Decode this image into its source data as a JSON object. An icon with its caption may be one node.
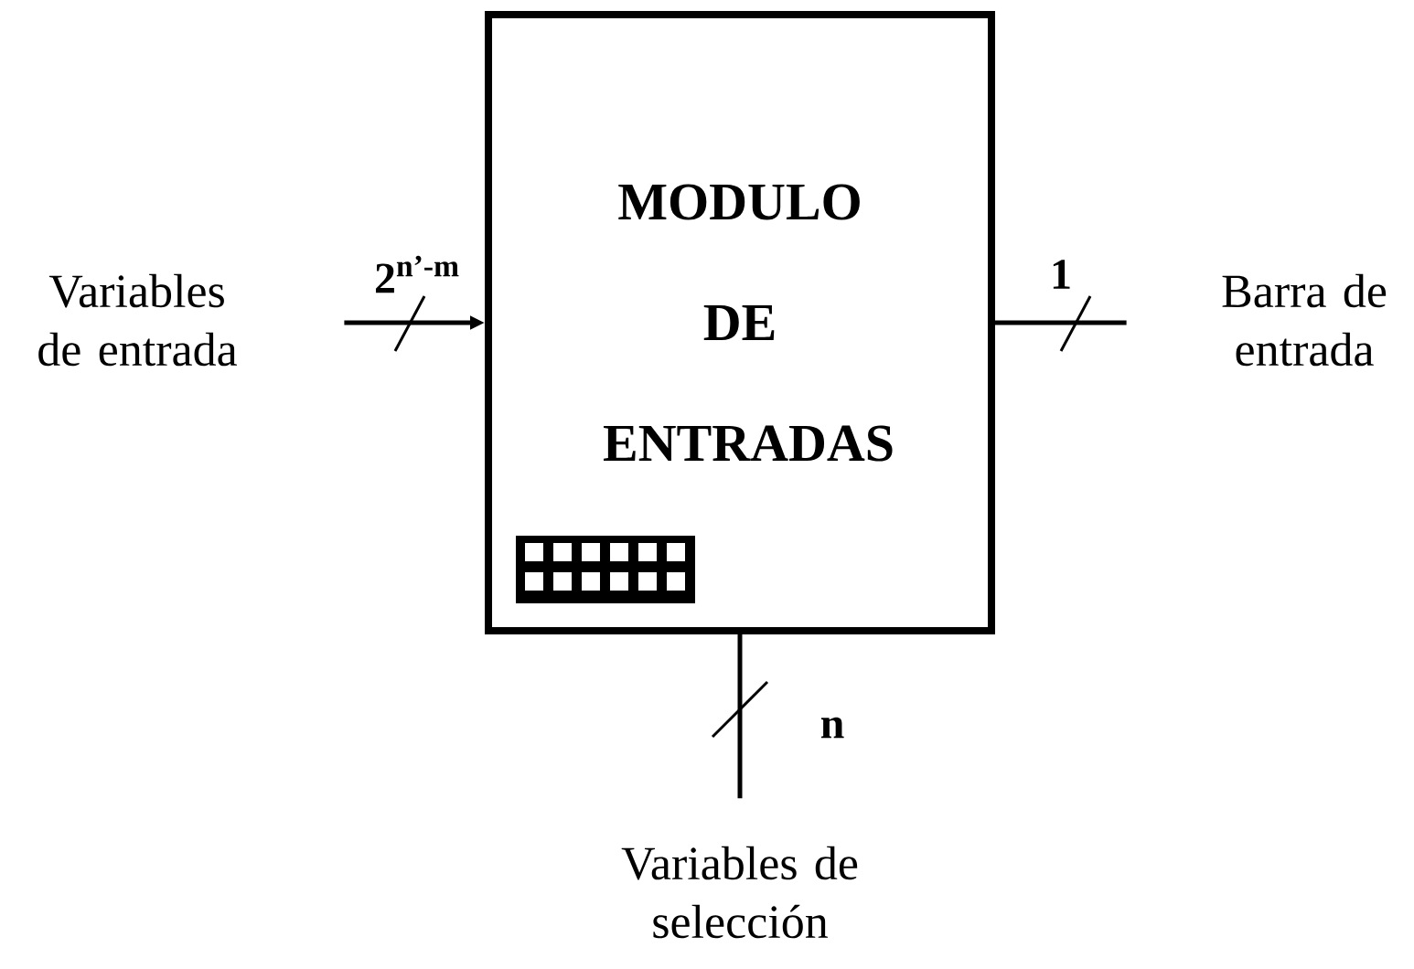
{
  "diagram": {
    "nodes": [
      {
        "text": [
          "Variables de entrada"
        ]
      },
      {
        "text": [
          "MODULO DE ENTRADAS"
        ]
      },
      {
        "text": [
          "Barra de entrada"
        ]
      },
      {
        "text": [
          "Variables de selección"
        ]
      }
    ],
    "edges": [
      {
        "from": 0,
        "to": 1,
        "arrow": "to",
        "label": "2$^{n’-m}$"
      },
      {
        "from": 1,
        "to": 2,
        "arrow": "none",
        "label": "1"
      },
      {
        "from": 1,
        "to": 3,
        "arrow": "none",
        "label": "n"
      }
    ]
  }
}
